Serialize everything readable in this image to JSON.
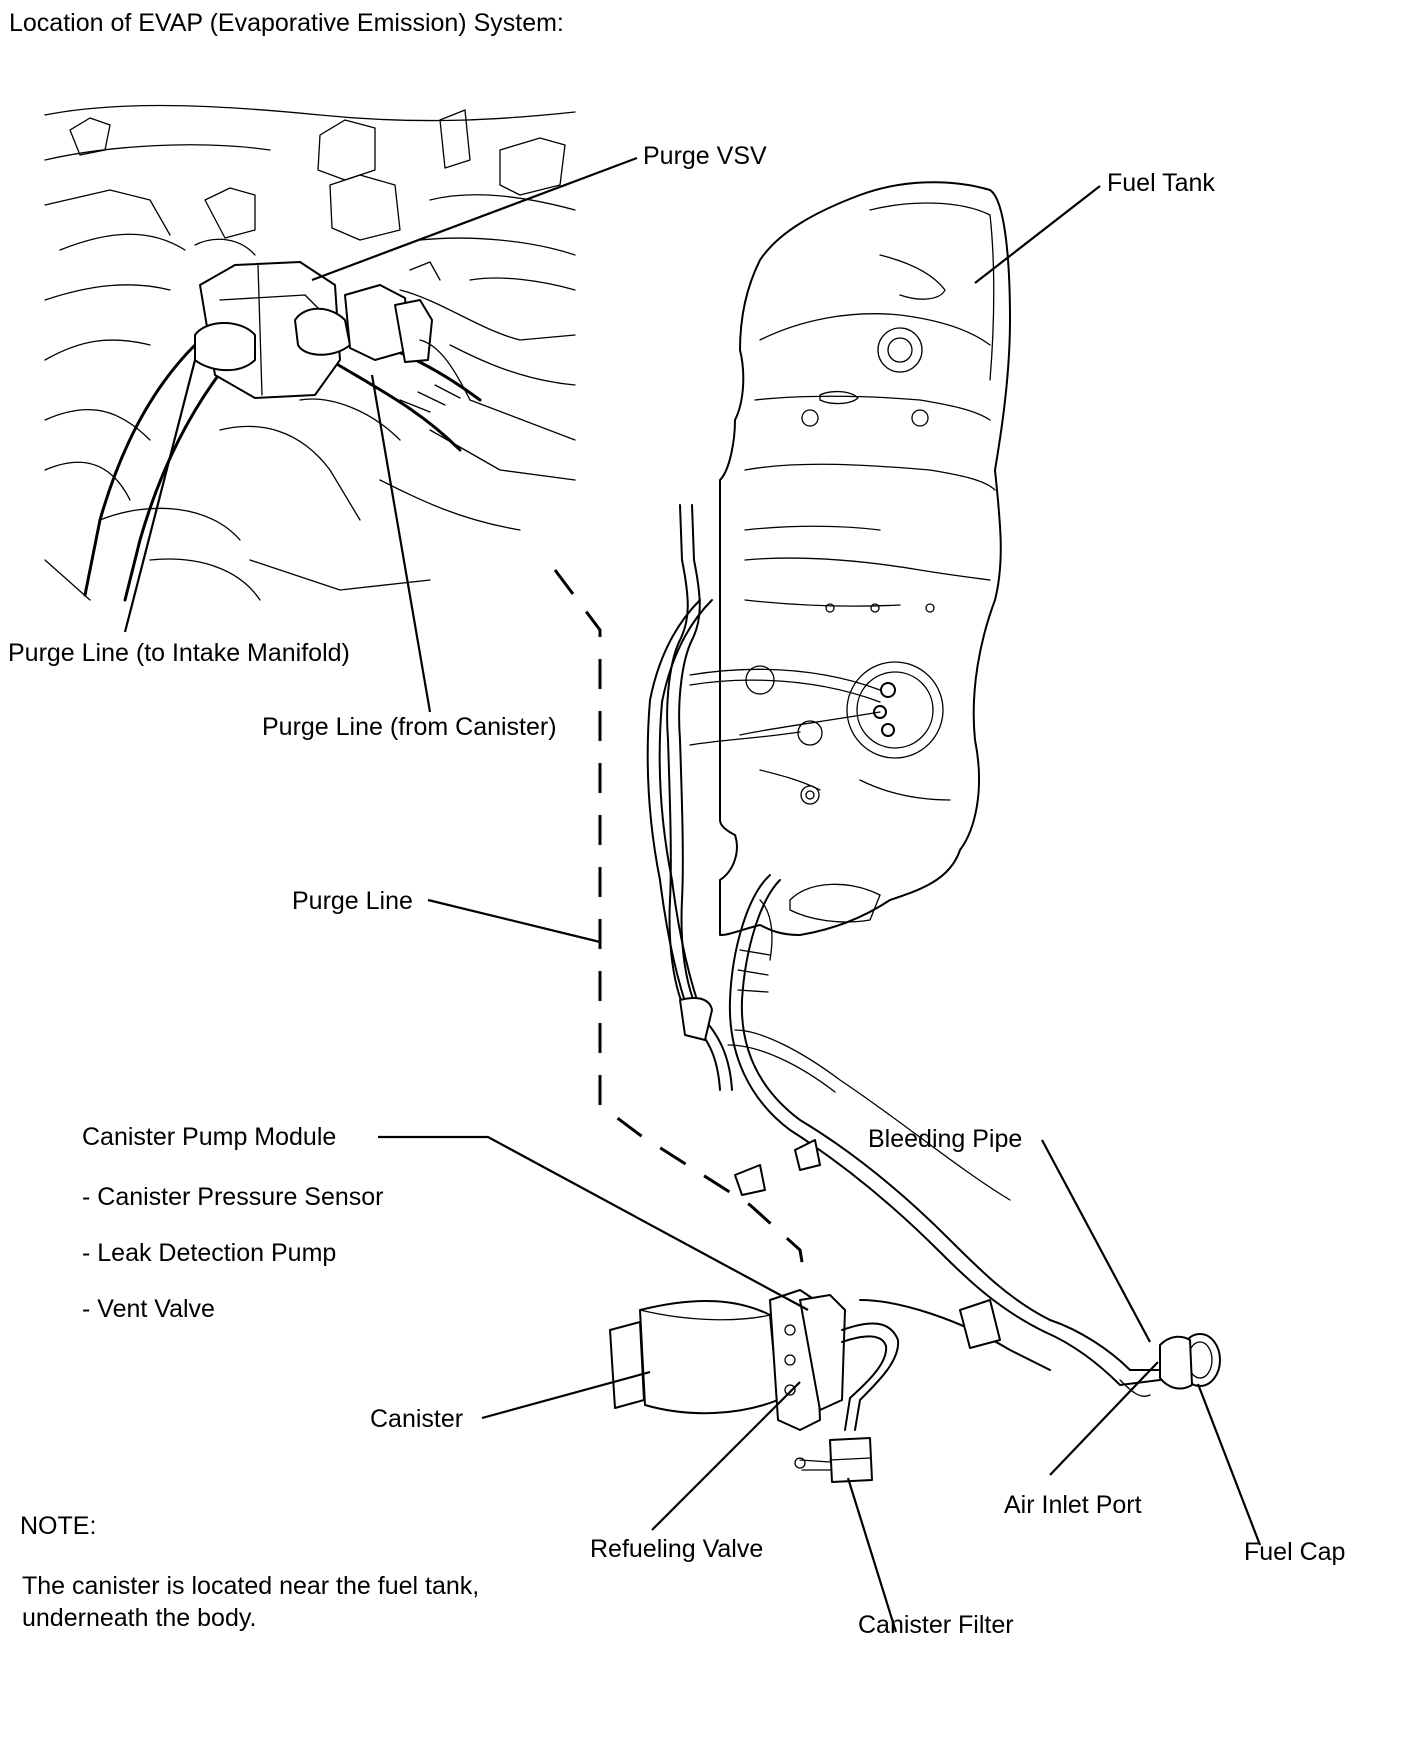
{
  "title": "Location of EVAP (Evaporative Emission) System:",
  "labels": {
    "purge_vsv": "Purge VSV",
    "fuel_tank": "Fuel Tank",
    "purge_line_intake": "Purge Line (to Intake Manifold)",
    "purge_line_canister": "Purge Line (from Canister)",
    "purge_line": "Purge Line",
    "canister_pump_module": "Canister Pump Module",
    "sub_items": [
      "- Canister Pressure Sensor",
      "- Leak Detection Pump",
      "- Vent Valve"
    ],
    "bleeding_pipe": "Bleeding Pipe",
    "canister": "Canister",
    "refueling_valve": "Refueling Valve",
    "air_inlet_port": "Air Inlet Port",
    "fuel_cap": "Fuel Cap",
    "canister_filter": "Canister Filter"
  },
  "note": {
    "heading": "NOTE:",
    "text_line1": "The canister is located near the fuel tank,",
    "text_line2": "underneath the body."
  }
}
